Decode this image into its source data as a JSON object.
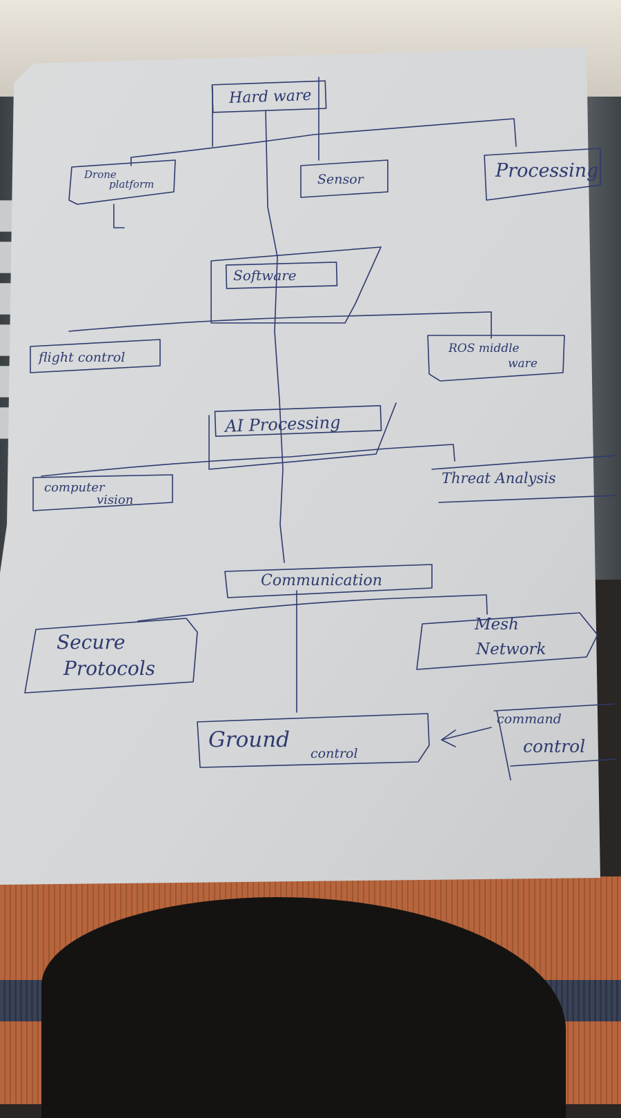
{
  "diagram": {
    "nodes": {
      "hardware": "Hard ware",
      "drone_platform_1": "Drone",
      "drone_platform_2": "platform",
      "sensor": "Sensor",
      "processing": "Processing",
      "software": "Software",
      "flight_control": "flight control",
      "ros_middleware_1": "ROS middle",
      "ros_middleware_2": "ware",
      "ai_processing": "AI Processing",
      "computer_vision_1": "computer",
      "computer_vision_2": "vision",
      "threat_analysis": "Threat Analysis",
      "communication": "Communication",
      "secure_protocols_1": "Secure",
      "secure_protocols_2": "Protocols",
      "mesh_network_1": "Mesh",
      "mesh_network_2": "Network",
      "ground_control_1": "Ground",
      "ground_control_2": "control",
      "command_control_1": "command",
      "command_control_2": "control"
    }
  },
  "colors": {
    "ink": "#2e3a6e",
    "paper": "#d9dbdc"
  }
}
